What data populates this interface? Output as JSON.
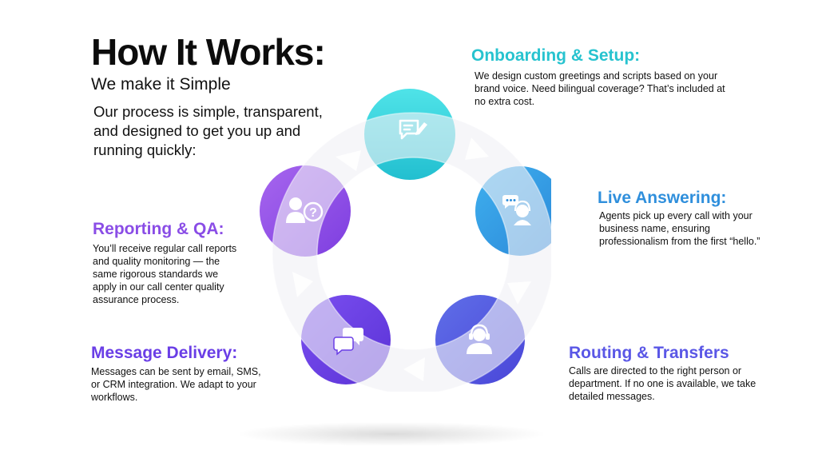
{
  "header": {
    "title": "How It Works:",
    "subtitle": "We make it Simple",
    "intro": "Our process is simple, transparent, and designed to get you up and running quickly:"
  },
  "steps": [
    {
      "title": "Onboarding & Setup:",
      "description": "We design custom greetings and scripts based on your brand voice. Need bilingual coverage? That’s included at no extra cost.",
      "color": "#27c3cf",
      "icon": "document-edit-icon"
    },
    {
      "title": "Live Answering:",
      "description": "Agents pick up every call with your business name, ensuring professionalism from the first “hello.”",
      "color": "#2f8fdc",
      "icon": "agent-chat-icon"
    },
    {
      "title": "Routing & Transfers",
      "description": "Calls are directed to the right person or department. If no one is available, we take detailed messages.",
      "color": "#5a57e6",
      "icon": "headset-agent-icon"
    },
    {
      "title": "Message Delivery:",
      "description": "Messages can be sent by email, SMS, or CRM integration. We adapt to your workflows.",
      "color": "#6a3ee6",
      "icon": "chat-bubbles-icon"
    },
    {
      "title": "Reporting & QA:",
      "description": "You’ll receive regular call reports and quality monitoring — the same rigorous standards we apply in our call center quality assurance process.",
      "color": "#8a4de6",
      "icon": "person-question-icon"
    }
  ]
}
